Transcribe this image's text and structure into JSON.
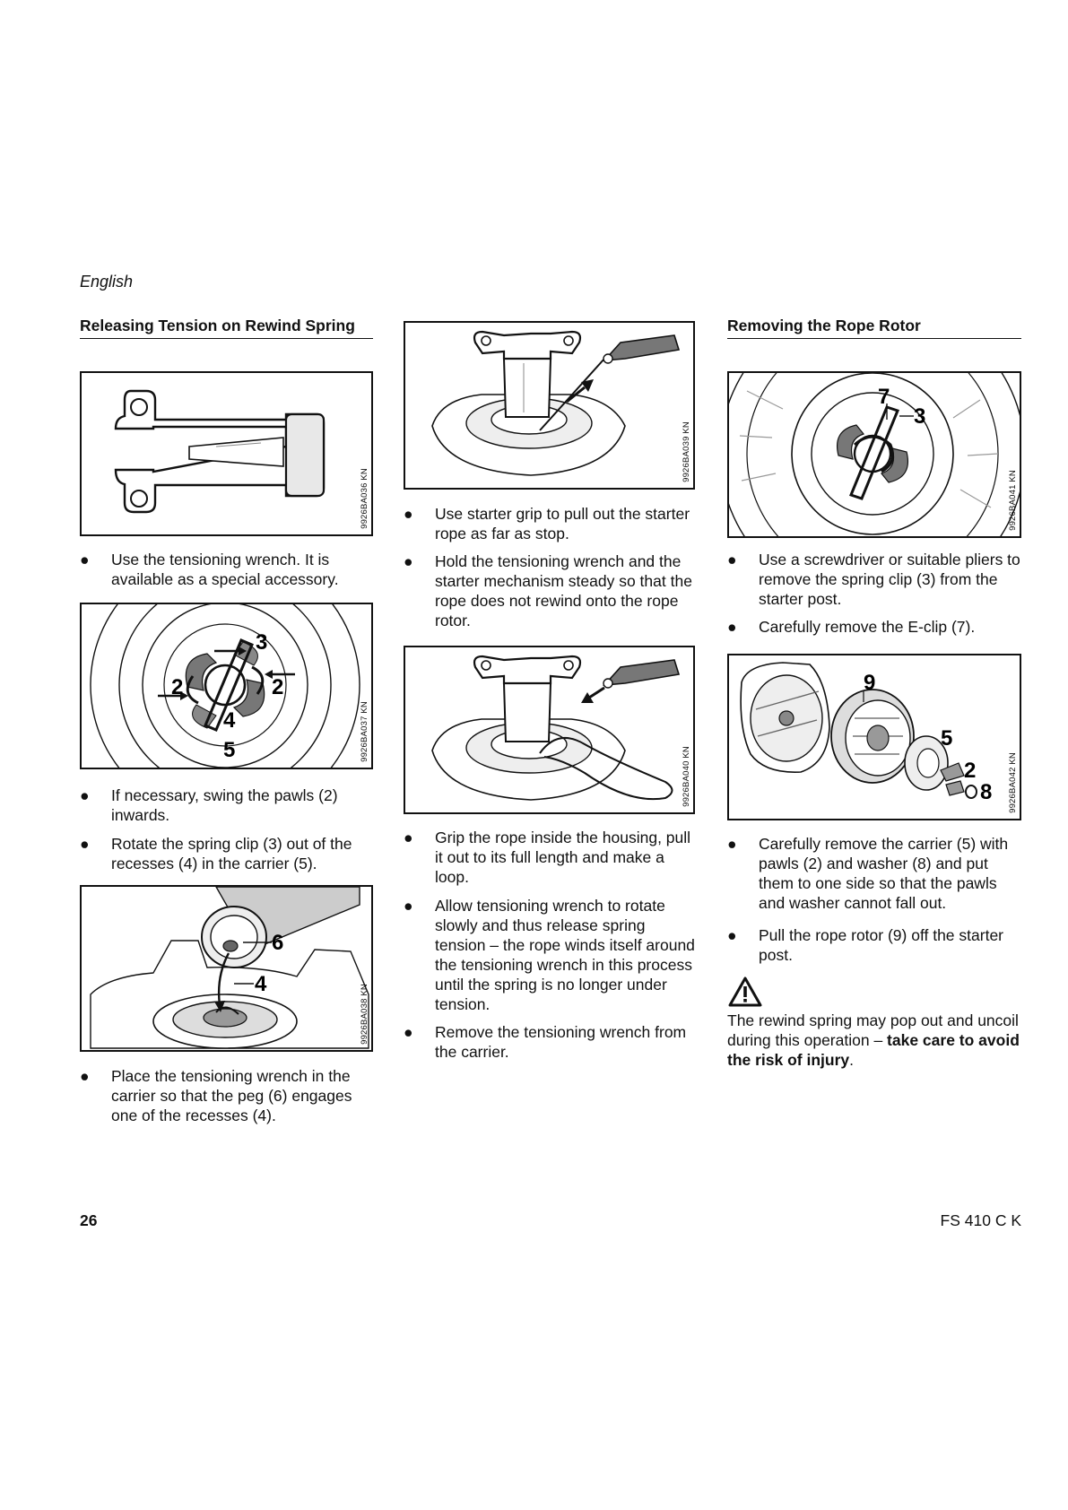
{
  "header": {
    "language": "English"
  },
  "columns": {
    "left": {
      "heading": "Releasing Tension on Rewind Spring",
      "figures": [
        {
          "code": "9926BA036 KN"
        },
        {
          "code": "9926BA037 KN",
          "callouts": [
            "2",
            "2",
            "3",
            "4",
            "5"
          ]
        },
        {
          "code": "9926BA038 KN",
          "callouts": [
            "6",
            "4"
          ]
        }
      ],
      "steps": [
        "Use the tensioning wrench. It is available as a special accessory.",
        "If necessary, swing the pawls (2) inwards.",
        "Rotate the spring clip (3) out of the recesses (4) in the carrier (5).",
        "Place the tensioning wrench in the carrier so that the peg (6) engages one of the recesses (4)."
      ]
    },
    "middle": {
      "figures": [
        {
          "code": "9926BA039 KN"
        },
        {
          "code": "9926BA040 KN"
        }
      ],
      "steps": [
        "Use starter grip to pull out the starter rope as far as stop.",
        "Hold the tensioning wrench and the starter mechanism steady so that the rope does not rewind onto the rope rotor.",
        "Grip the rope inside the housing, pull it out to its full length and make a loop.",
        "Allow tensioning wrench to rotate slowly and thus release spring tension – the rope winds itself around the tensioning wrench in this process until the spring is no longer under tension.",
        "Remove the tensioning wrench from the carrier."
      ]
    },
    "right": {
      "heading": "Removing the Rope Rotor",
      "figures": [
        {
          "code": "9926BA041 KN",
          "callouts": [
            "7",
            "3"
          ]
        },
        {
          "code": "9926BA042 KN",
          "callouts": [
            "9",
            "5",
            "2",
            "8"
          ]
        }
      ],
      "steps": [
        "Use a screwdriver or suitable pliers to remove the spring clip (3) from the starter post.",
        "Carefully remove the E-clip (7).",
        "Carefully remove the carrier (5) with pawls (2) and washer (8) and put them to one side so that the pawls and washer cannot fall out.",
        "Pull the rope rotor (9) off the starter post."
      ],
      "warning": {
        "text": "The rewind spring may pop out and uncoil during this operation – ",
        "emphasis": "take care to avoid the risk of injury",
        "end": "."
      }
    }
  },
  "bullet_symbol": "●",
  "footer": {
    "page_number": "26",
    "model": "FS 410 C K"
  }
}
